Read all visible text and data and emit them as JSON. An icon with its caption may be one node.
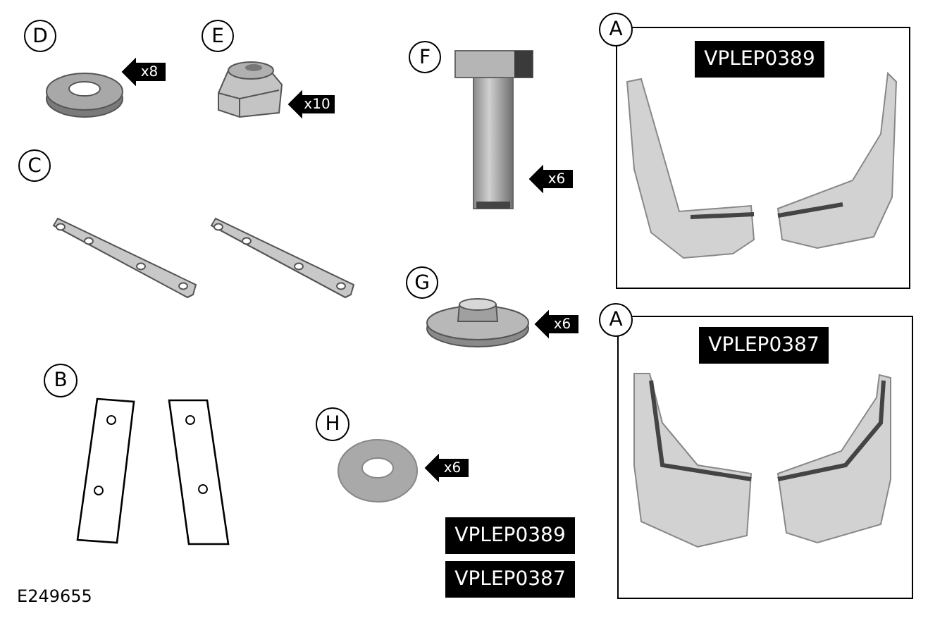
{
  "diagram": {
    "nodes": [
      {
        "text": [
          "D"
        ]
      },
      {
        "text": [
          "x8"
        ]
      },
      {
        "text": [
          "E"
        ]
      },
      {
        "text": [
          "x10"
        ]
      },
      {
        "text": [
          "F"
        ]
      },
      {
        "text": [
          "A"
        ]
      },
      {
        "text": [],
        "shape": "box"
      },
      {
        "text": [
          "VPLEP0389"
        ],
        "in": 6
      },
      {
        "text": [
          "C"
        ]
      },
      {
        "text": [
          "x6"
        ]
      },
      {
        "text": [
          "G"
        ]
      },
      {
        "text": [
          "x6"
        ]
      },
      {
        "text": [
          "A"
        ]
      },
      {
        "text": [],
        "shape": "box"
      },
      {
        "text": [
          "VPLEP0387"
        ],
        "in": 13
      },
      {
        "text": [
          "B"
        ]
      },
      {
        "text": [
          "H"
        ]
      },
      {
        "text": [
          "x6"
        ]
      },
      {
        "text": [
          "VPLEP0389"
        ]
      },
      {
        "text": [
          "VPLEP0387"
        ]
      }
    ],
    "edges": [],
    "labels": [
      "E249655"
    ]
  }
}
